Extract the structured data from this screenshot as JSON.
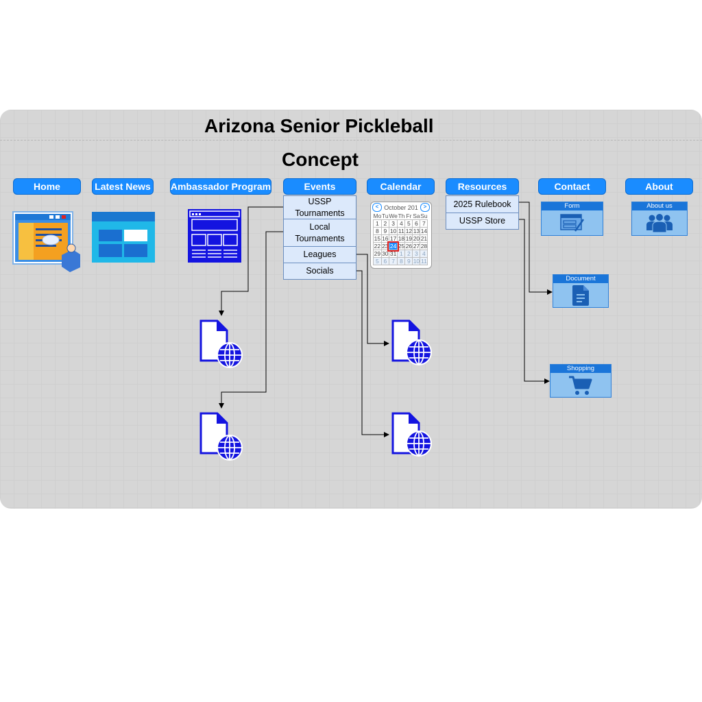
{
  "diagram": {
    "title_line1": "Arizona Senior Pickleball",
    "title_line2": "Concept"
  },
  "nav": {
    "home": "Home",
    "latest_news": "Latest News",
    "ambassador": "Ambassador Program",
    "events": "Events",
    "calendar": "Calendar",
    "resources": "Resources",
    "contact": "Contact",
    "about": "About"
  },
  "events_menu": {
    "items": [
      "USSP Tournaments",
      "Local Tournaments",
      "Leagues",
      "Socials"
    ]
  },
  "resources_menu": {
    "items": [
      "2025 Rulebook",
      "USSP Store"
    ]
  },
  "calendar": {
    "month_label": "October 201",
    "weekdays": [
      "Mo",
      "Tu",
      "We",
      "Th",
      "Fr",
      "Sa",
      "Su"
    ],
    "weeks": [
      [
        "1",
        "2",
        "3",
        "4",
        "5",
        "6",
        "7"
      ],
      [
        "8",
        "9",
        "10",
        "11",
        "12",
        "13",
        "14"
      ],
      [
        "15",
        "16",
        "17",
        "18",
        "19",
        "20",
        "21"
      ],
      [
        "22",
        "23",
        "24",
        "25",
        "26",
        "27",
        "28"
      ],
      [
        "29",
        "30",
        "31",
        "1",
        "2",
        "3",
        "4"
      ],
      [
        "5",
        "6",
        "7",
        "8",
        "9",
        "10",
        "11"
      ]
    ],
    "selected_day": "24"
  },
  "cards": {
    "form": "Form",
    "about_us": "About us",
    "document": "Document",
    "shopping": "Shopping"
  },
  "colors": {
    "nav_blue": "#1a8cff",
    "icon_blue": "#1414e0",
    "card_blue": "#8fc3f0"
  }
}
